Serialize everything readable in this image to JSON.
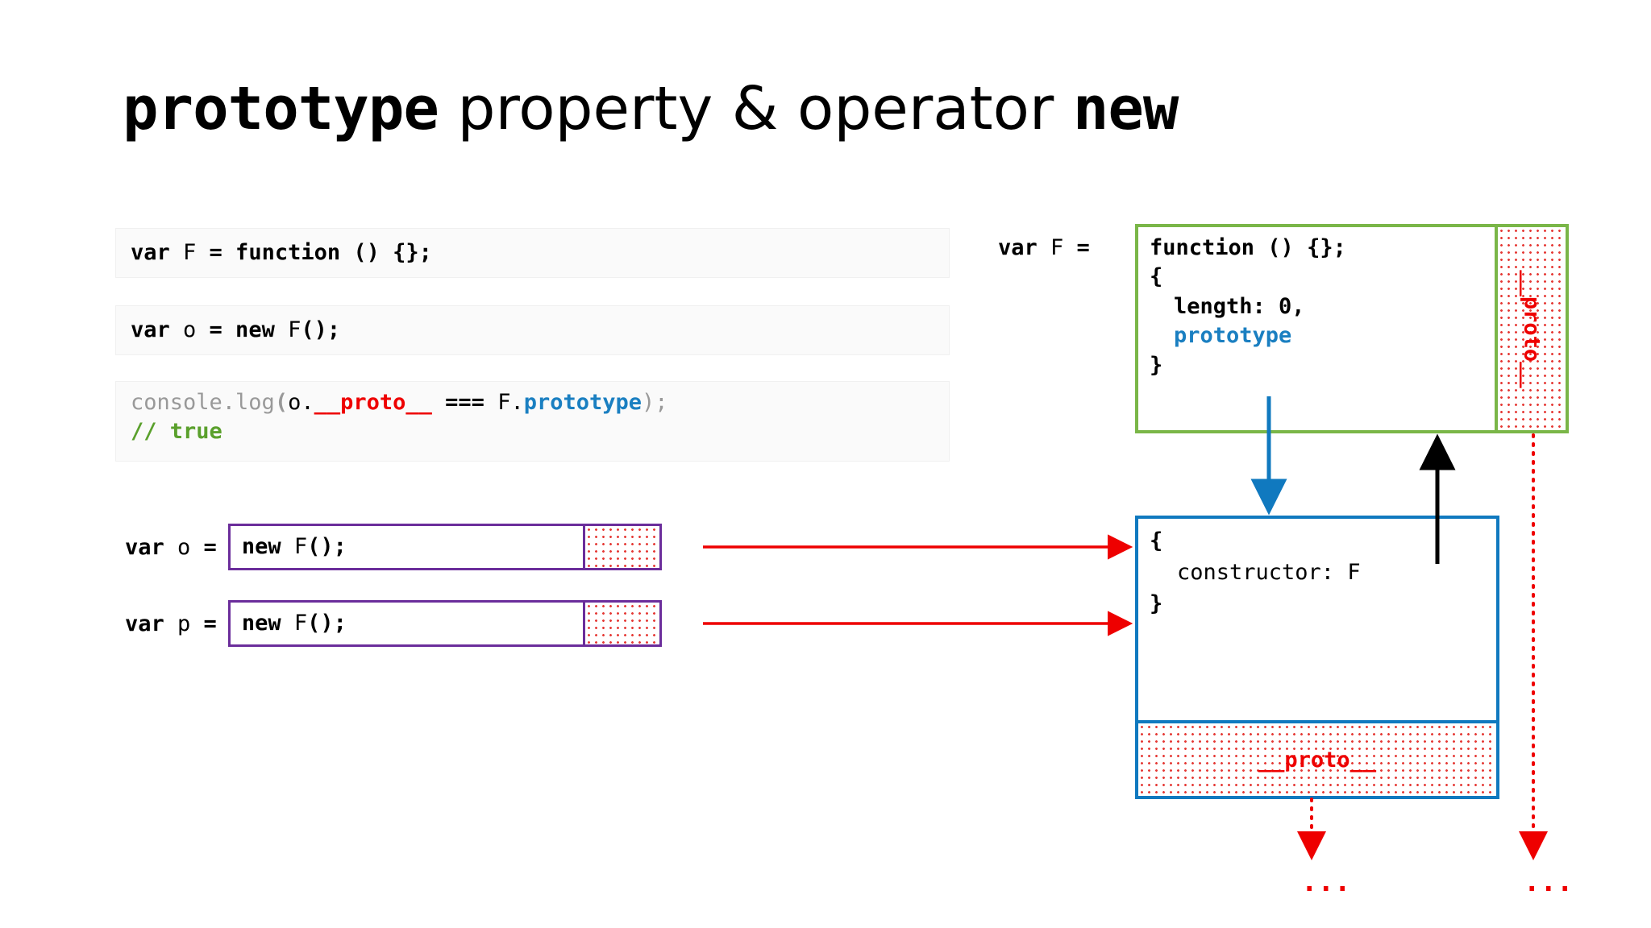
{
  "slide": {
    "title_parts": [
      {
        "text": "prototype",
        "style": "mono-bold"
      },
      {
        "text": " property ",
        "style": "sans"
      },
      {
        "text": "&",
        "style": "sans"
      },
      {
        "text": " operator ",
        "style": "sans"
      },
      {
        "text": "new",
        "style": "mono-bold"
      }
    ],
    "title_plain": "prototype property & operator new"
  },
  "left_panels": [
    {
      "id": "panel-var-f",
      "tokens": [
        {
          "t": "var ",
          "c": "black",
          "w": "bold"
        },
        {
          "t": "F ",
          "c": "black",
          "w": "normal"
        },
        {
          "t": "= function () {};",
          "c": "black",
          "w": "bold"
        }
      ],
      "plain": "var F = function () {};"
    },
    {
      "id": "panel-var-o",
      "tokens": [
        {
          "t": "var ",
          "c": "black",
          "w": "bold"
        },
        {
          "t": "o ",
          "c": "black",
          "w": "normal"
        },
        {
          "t": "= new ",
          "c": "black",
          "w": "bold"
        },
        {
          "t": "F",
          "c": "black",
          "w": "normal"
        },
        {
          "t": "();",
          "c": "black",
          "w": "bold"
        }
      ],
      "plain": "var o = new F();"
    },
    {
      "id": "panel-console-log",
      "line1_tokens": [
        {
          "t": "console.log",
          "c": "gray",
          "w": "normal"
        },
        {
          "t": "(",
          "c": "gray",
          "w": "bold"
        },
        {
          "t": "o.",
          "c": "black",
          "w": "normal"
        },
        {
          "t": "__proto__",
          "c": "red",
          "w": "bold"
        },
        {
          "t": " === ",
          "c": "black",
          "w": "bold"
        },
        {
          "t": "F.",
          "c": "black",
          "w": "normal"
        },
        {
          "t": "prototype",
          "c": "blue",
          "w": "bold"
        },
        {
          "t": ");",
          "c": "gray",
          "w": "normal"
        }
      ],
      "line1_plain": "console.log(o.__proto__ === F.prototype);",
      "line2_tokens": [
        {
          "t": "// true",
          "c": "green",
          "w": "bold"
        }
      ],
      "line2_plain": "// true"
    }
  ],
  "purple_rows": [
    {
      "id": "row-o",
      "label_tokens": [
        {
          "t": "var ",
          "w": "bold"
        },
        {
          "t": "o ",
          "w": "normal"
        },
        {
          "t": "=",
          "w": "bold"
        }
      ],
      "label_plain": "var o =",
      "value_tokens": [
        {
          "t": "new ",
          "w": "bold"
        },
        {
          "t": "F",
          "w": "normal"
        },
        {
          "t": "();",
          "w": "bold"
        }
      ],
      "value_plain": "new F();"
    },
    {
      "id": "row-p",
      "label_tokens": [
        {
          "t": "var ",
          "w": "bold"
        },
        {
          "t": "p ",
          "w": "normal"
        },
        {
          "t": "=",
          "w": "bold"
        }
      ],
      "label_plain": "var p =",
      "value_tokens": [
        {
          "t": "new ",
          "w": "bold"
        },
        {
          "t": "F",
          "w": "normal"
        },
        {
          "t": "();",
          "w": "bold"
        }
      ],
      "value_plain": "new F();"
    }
  ],
  "right": {
    "var_label_plain": "var F =",
    "var_label_tokens": [
      {
        "t": "var ",
        "w": "bold"
      },
      {
        "t": "F ",
        "w": "normal"
      },
      {
        "t": "=",
        "w": "bold"
      }
    ],
    "function_box": {
      "line1": "function () {};",
      "line2": "{",
      "line3": "length: 0,",
      "line4": "prototype",
      "line5": "}",
      "proto_cell_label": "__proto__"
    },
    "instance_box": {
      "line1": "{",
      "line2": "constructor: F",
      "line3": "}",
      "proto_cell_label": "__proto__"
    },
    "ellipsis_left": "...",
    "ellipsis_right": "..."
  },
  "colors": {
    "green_border": "#7ab648",
    "blue_border": "#1079bf",
    "purple_border": "#6b2d9b",
    "red_arrow": "#ee0000",
    "blue_arrow": "#1079bf",
    "black_arrow": "#000000",
    "keyword_blue": "#1a7fc1",
    "comment_green": "#5aa02c",
    "gray_text": "#999999"
  }
}
